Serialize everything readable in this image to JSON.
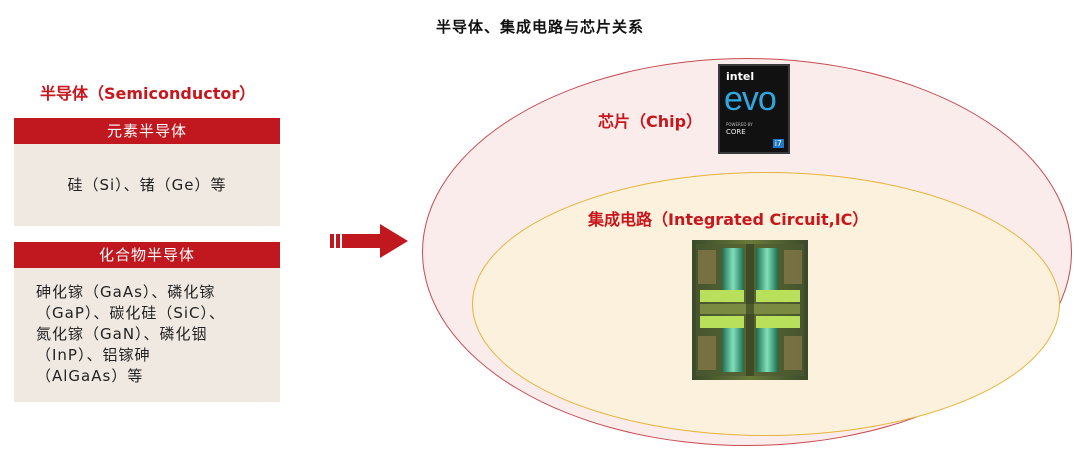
{
  "title": "半导体、集成电路与芯片关系",
  "semiconductor": {
    "heading": "半导体（Semiconductor）",
    "elemental": {
      "header": "元素半导体",
      "body": "硅（Si）、锗（Ge）等"
    },
    "compound": {
      "header": "化合物半导体",
      "lines": [
        "砷化镓（GaAs）、磷化镓",
        "（GaP）、碳化硅（SiC）、",
        "氮化镓（GaN）、磷化铟",
        "（InP）、铝镓砷",
        "（AlGaAs）等"
      ]
    }
  },
  "chip": {
    "label": "芯片（Chip）",
    "badge": {
      "brand": "intel",
      "product": "evo",
      "powered": "POWERED BY",
      "core": "CORE",
      "tier": "i7"
    }
  },
  "ic": {
    "label": "集成电路（Integrated Circuit,IC）"
  },
  "colors": {
    "accent_red": "#c0181e",
    "outer_fill": "#fbecec",
    "outer_stroke": "#c84a50",
    "inner_fill": "#fcf1dc",
    "inner_stroke": "#e7b33a"
  }
}
